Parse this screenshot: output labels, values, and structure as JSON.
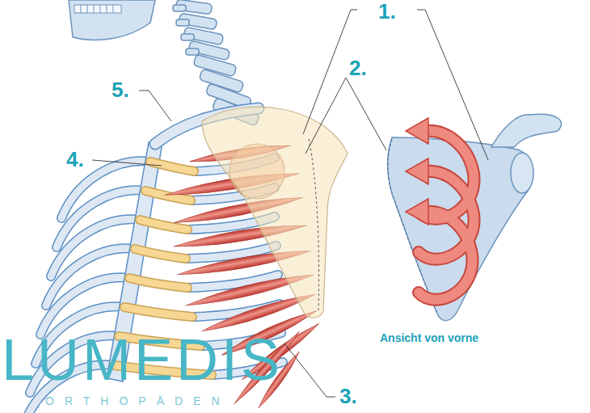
{
  "diagram": {
    "labels": [
      "1.",
      "2.",
      "3.",
      "4.",
      "5.",
      "Ansicht von vorne",
      "LUMEDIS",
      "ORTHOPÄDEN"
    ]
  }
}
